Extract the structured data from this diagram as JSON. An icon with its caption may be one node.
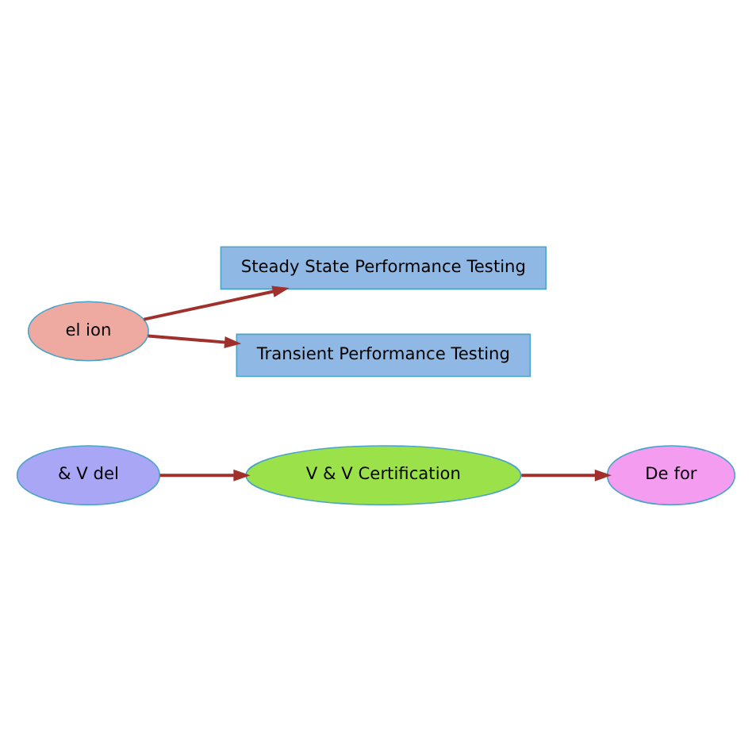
{
  "diagram": {
    "nodes": [
      {
        "text": [
          "& V del"
        ]
      },
      {
        "text": [
          "V & V Certification"
        ]
      },
      {
        "text": [
          "De for"
        ]
      },
      {
        "text": [
          "el ion"
        ]
      },
      {
        "text": [
          "Steady State Performance Testing"
        ]
      },
      {
        "text": [
          "Transient Performance Testing"
        ]
      }
    ],
    "edges": [
      {
        "from": 0,
        "to": 1,
        "arrow": "to"
      },
      {
        "from": 1,
        "to": 2,
        "arrow": "to"
      },
      {
        "from": 3,
        "to": 4,
        "arrow": "to"
      },
      {
        "from": 3,
        "to": 5,
        "arrow": "to"
      }
    ]
  }
}
